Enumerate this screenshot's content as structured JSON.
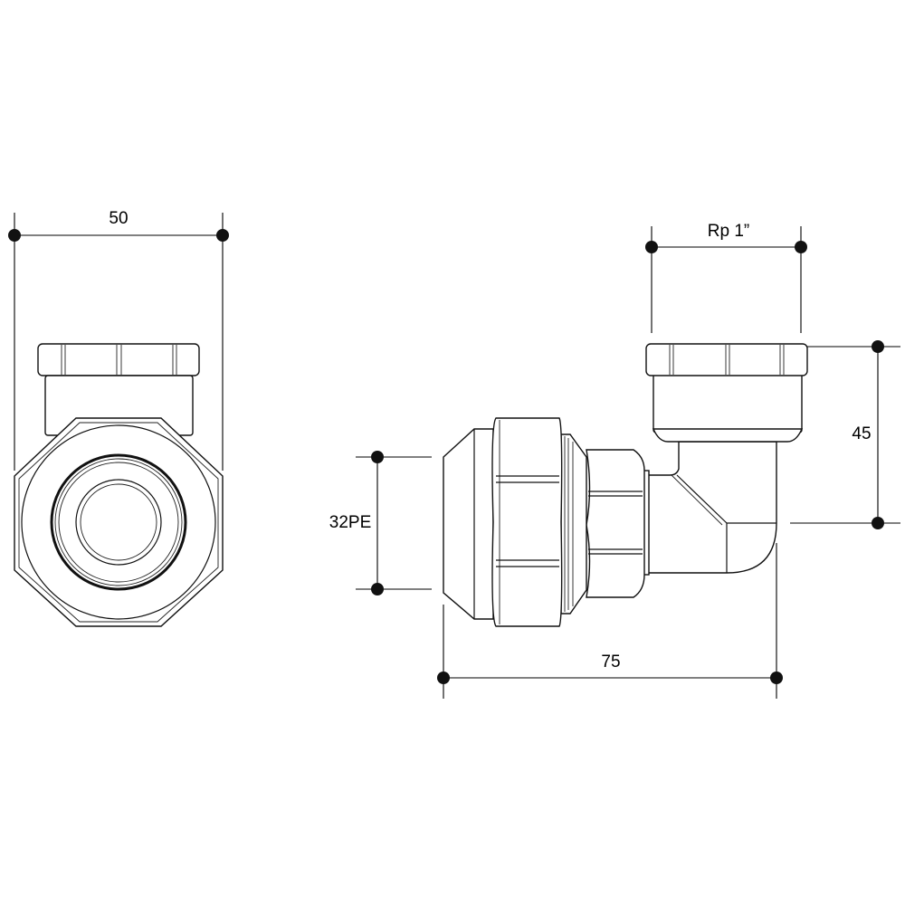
{
  "drawing": {
    "front_view": {
      "width_label": "50"
    },
    "side_view": {
      "thread_label": "Rp 1”",
      "height_label": "45",
      "pipe_label": "32PE",
      "length_label": "75"
    }
  },
  "colors": {
    "line": "#111111",
    "background": "#ffffff"
  }
}
